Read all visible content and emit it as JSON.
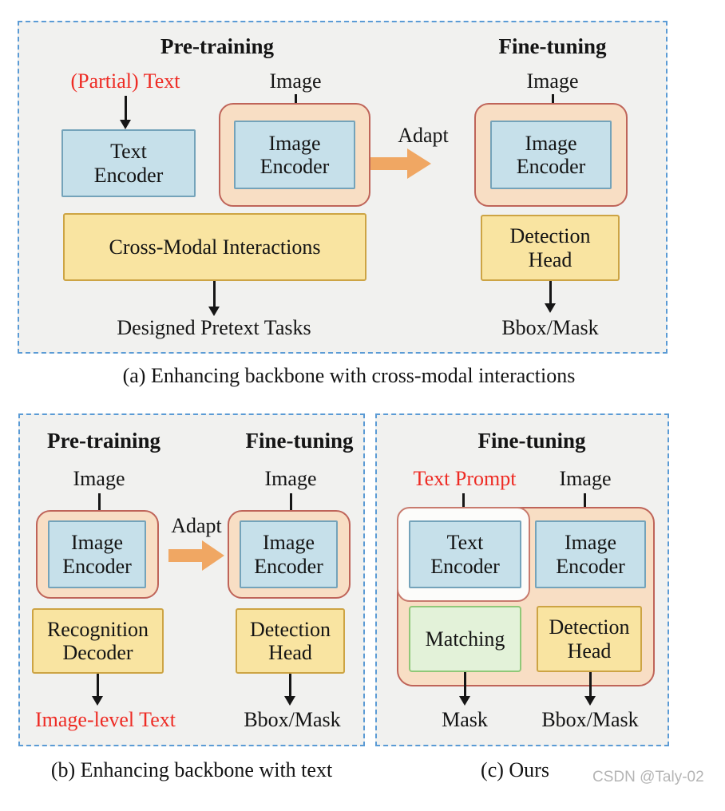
{
  "colors": {
    "panel_border": "#5b9bd5",
    "panel_bg": "#f1f1ef",
    "blue_fill": "#c6e0ea",
    "blue_border": "#74a3ba",
    "yellow_fill": "#f9e4a1",
    "yellow_border": "#cda444",
    "peach_fill": "#f8dec4",
    "peach_border": "#bf6459",
    "green_fill": "#e3f2d9",
    "green_border": "#90c878",
    "orange_arrow": "#f0a763",
    "red_text": "#ee2b24",
    "watermark_gray": "#b5b5b5"
  },
  "panel_a": {
    "pretraining_title": "Pre-training",
    "finetuning_title": "Fine-tuning",
    "partial_text": "(Partial) Text",
    "image_in_pretrain": "Image",
    "image_in_finetune": "Image",
    "text_encoder": "Text\nEncoder",
    "image_encoder_pretrain": "Image\nEncoder",
    "image_encoder_finetune": "Image\nEncoder",
    "cross_modal": "Cross-Modal Interactions",
    "designed_pretext": "Designed Pretext Tasks",
    "adapt": "Adapt",
    "detection_head": "Detection\nHead",
    "bbox_mask": "Bbox/Mask",
    "caption": "(a) Enhancing backbone with cross-modal interactions"
  },
  "panel_b": {
    "pretraining_title": "Pre-training",
    "finetuning_title": "Fine-tuning",
    "image_in_pretrain": "Image",
    "image_in_finetune": "Image",
    "image_encoder_pretrain": "Image\nEncoder",
    "image_encoder_finetune": "Image\nEncoder",
    "adapt": "Adapt",
    "recognition_decoder": "Recognition\nDecoder",
    "detection_head": "Detection\nHead",
    "image_level_text": "Image-level Text",
    "bbox_mask": "Bbox/Mask",
    "caption": "(b) Enhancing backbone with text"
  },
  "panel_c": {
    "finetuning_title": "Fine-tuning",
    "text_prompt": "Text Prompt",
    "image_label": "Image",
    "text_encoder": "Text\nEncoder",
    "image_encoder": "Image\nEncoder",
    "matching": "Matching",
    "detection_head": "Detection\nHead",
    "mask": "Mask",
    "bbox_mask": "Bbox/Mask",
    "caption": "(c) Ours"
  },
  "watermark": "CSDN @Taly-02"
}
